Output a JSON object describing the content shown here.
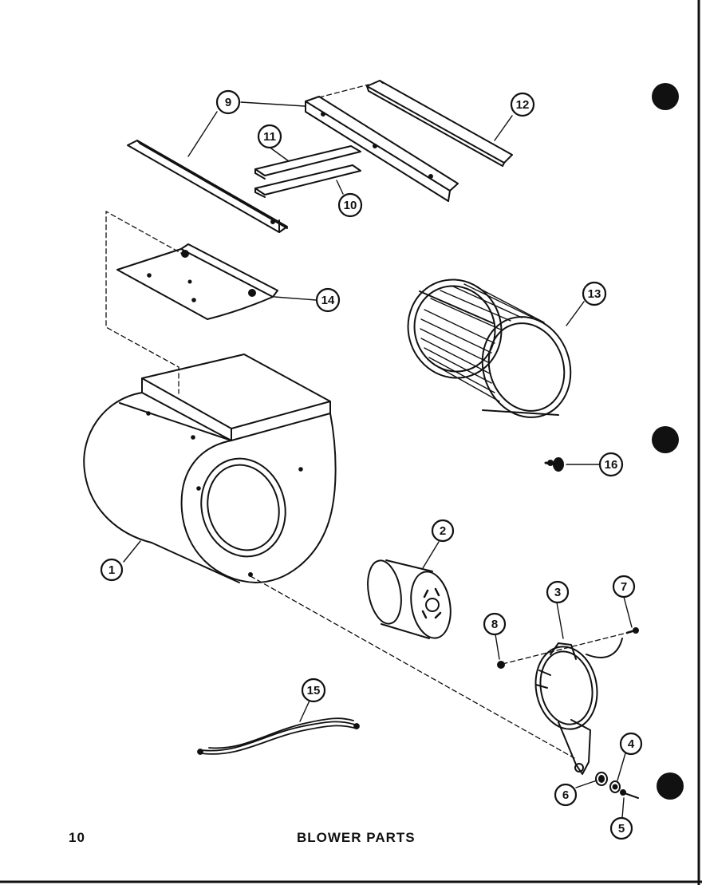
{
  "page_number": "10",
  "caption": "BLOWER PARTS",
  "callouts": [
    "1",
    "2",
    "3",
    "4",
    "5",
    "6",
    "7",
    "8",
    "9",
    "10",
    "11",
    "12",
    "13",
    "14",
    "15",
    "16"
  ],
  "colors": {
    "ink": "#111111",
    "paper": "#ffffff"
  }
}
